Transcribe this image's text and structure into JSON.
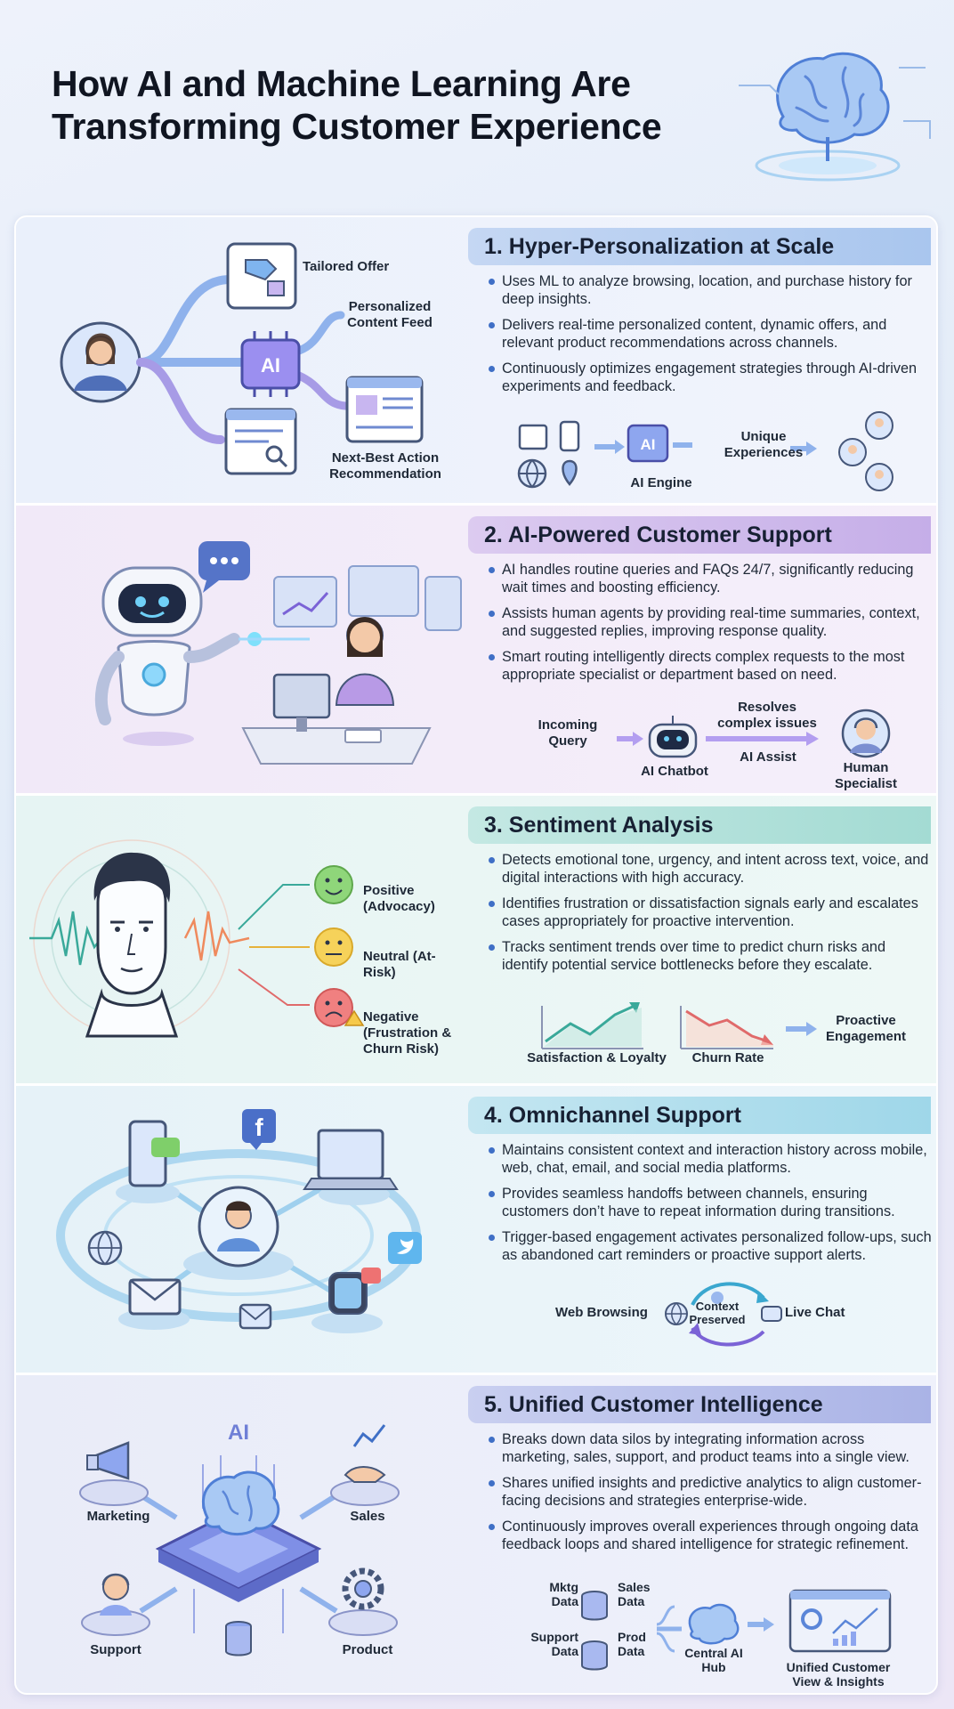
{
  "title": "How AI and Machine Learning Are Transforming Customer Experience",
  "colors": {
    "accent_blue": "#3f6fc6",
    "purple": "#8e6ad6",
    "teal": "#3aa99a",
    "cyan": "#3aa7cf",
    "indigo": "#5b66c9"
  },
  "sections": [
    {
      "heading": "1. Hyper-Personalization at Scale",
      "bullets": [
        "Uses ML to analyze browsing, location, and purchase history for deep insights.",
        "Delivers real-time personalized content, dynamic offers, and relevant product recommendations across channels.",
        "Continuously optimizes engagement strategies through AI-driven experiments and feedback."
      ],
      "diagram": {
        "ai_chip": "AI",
        "tailored_offer": "Tailored Offer",
        "content_feed": "Personalized Content Feed",
        "next_best": "Next-Best Action Recommendation"
      },
      "flow": {
        "engine_chip": "AI",
        "engine": "AI Engine",
        "unique": "Unique Experiences"
      }
    },
    {
      "heading": "2. AI-Powered Customer Support",
      "bullets": [
        "AI handles routine queries and FAQs 24/7, significantly reducing wait times and boosting efficiency.",
        "Assists human agents by providing real-time summaries, context, and suggested replies, improving response quality.",
        "Smart routing intelligently directs complex requests to the most appropriate specialist or department based on need."
      ],
      "flow": {
        "incoming": "Incoming Query",
        "chatbot": "AI Chatbot",
        "resolves": "Resolves complex issues",
        "assist": "AI Assist",
        "specialist": "Human Specialist"
      }
    },
    {
      "heading": "3. Sentiment Analysis",
      "bullets": [
        "Detects emotional tone, urgency, and intent across text, voice, and digital interactions with high accuracy.",
        "Identifies frustration or dissatisfaction signals early and escalates cases appropriately for proactive intervention.",
        "Tracks sentiment trends over time to predict churn risks and identify potential service bottlenecks before they escalate."
      ],
      "sentiments": [
        {
          "label": "Positive (Advocacy)",
          "color": "#7fcf6a"
        },
        {
          "label": "Neutral (At-Risk)",
          "color": "#f6c94a"
        },
        {
          "label": "Negative (Frustration & Churn Risk)",
          "color": "#ee7272"
        }
      ],
      "flow": {
        "satisfaction": "Satisfaction & Loyalty",
        "churn": "Churn Rate",
        "proactive": "Proactive Engagement"
      }
    },
    {
      "heading": "4. Omnichannel Support",
      "bullets": [
        "Maintains consistent context and interaction history across mobile, web, chat, email, and social media platforms.",
        "Provides seamless handoffs between channels, ensuring customers don’t have to repeat information during transitions.",
        "Trigger-based engagement activates personalized follow-ups, such as abandoned cart reminders or proactive support alerts."
      ],
      "diagram": {
        "facebook": "f"
      },
      "flow": {
        "web": "Web Browsing",
        "context": "Context Preserved",
        "chat": "Live Chat"
      }
    },
    {
      "heading": "5. Unified Customer Intelligence",
      "bullets": [
        "Breaks down data silos by integrating information across marketing, sales, support, and product teams into a single view.",
        "Shares unified insights and predictive analytics to align customer-facing decisions and strategies enterprise-wide.",
        "Continuously improves overall experiences through ongoing data feedback loops and shared intelligence for strategic refinement."
      ],
      "diagram": {
        "ai": "AI",
        "marketing": "Marketing",
        "sales": "Sales",
        "support": "Support",
        "product": "Product"
      },
      "flow": {
        "mktg": "Mktg Data",
        "sales": "Sales Data",
        "support": "Support Data",
        "prod": "Prod Data",
        "hub": "Central AI Hub",
        "view": "Unified Customer View & Insights"
      }
    }
  ]
}
